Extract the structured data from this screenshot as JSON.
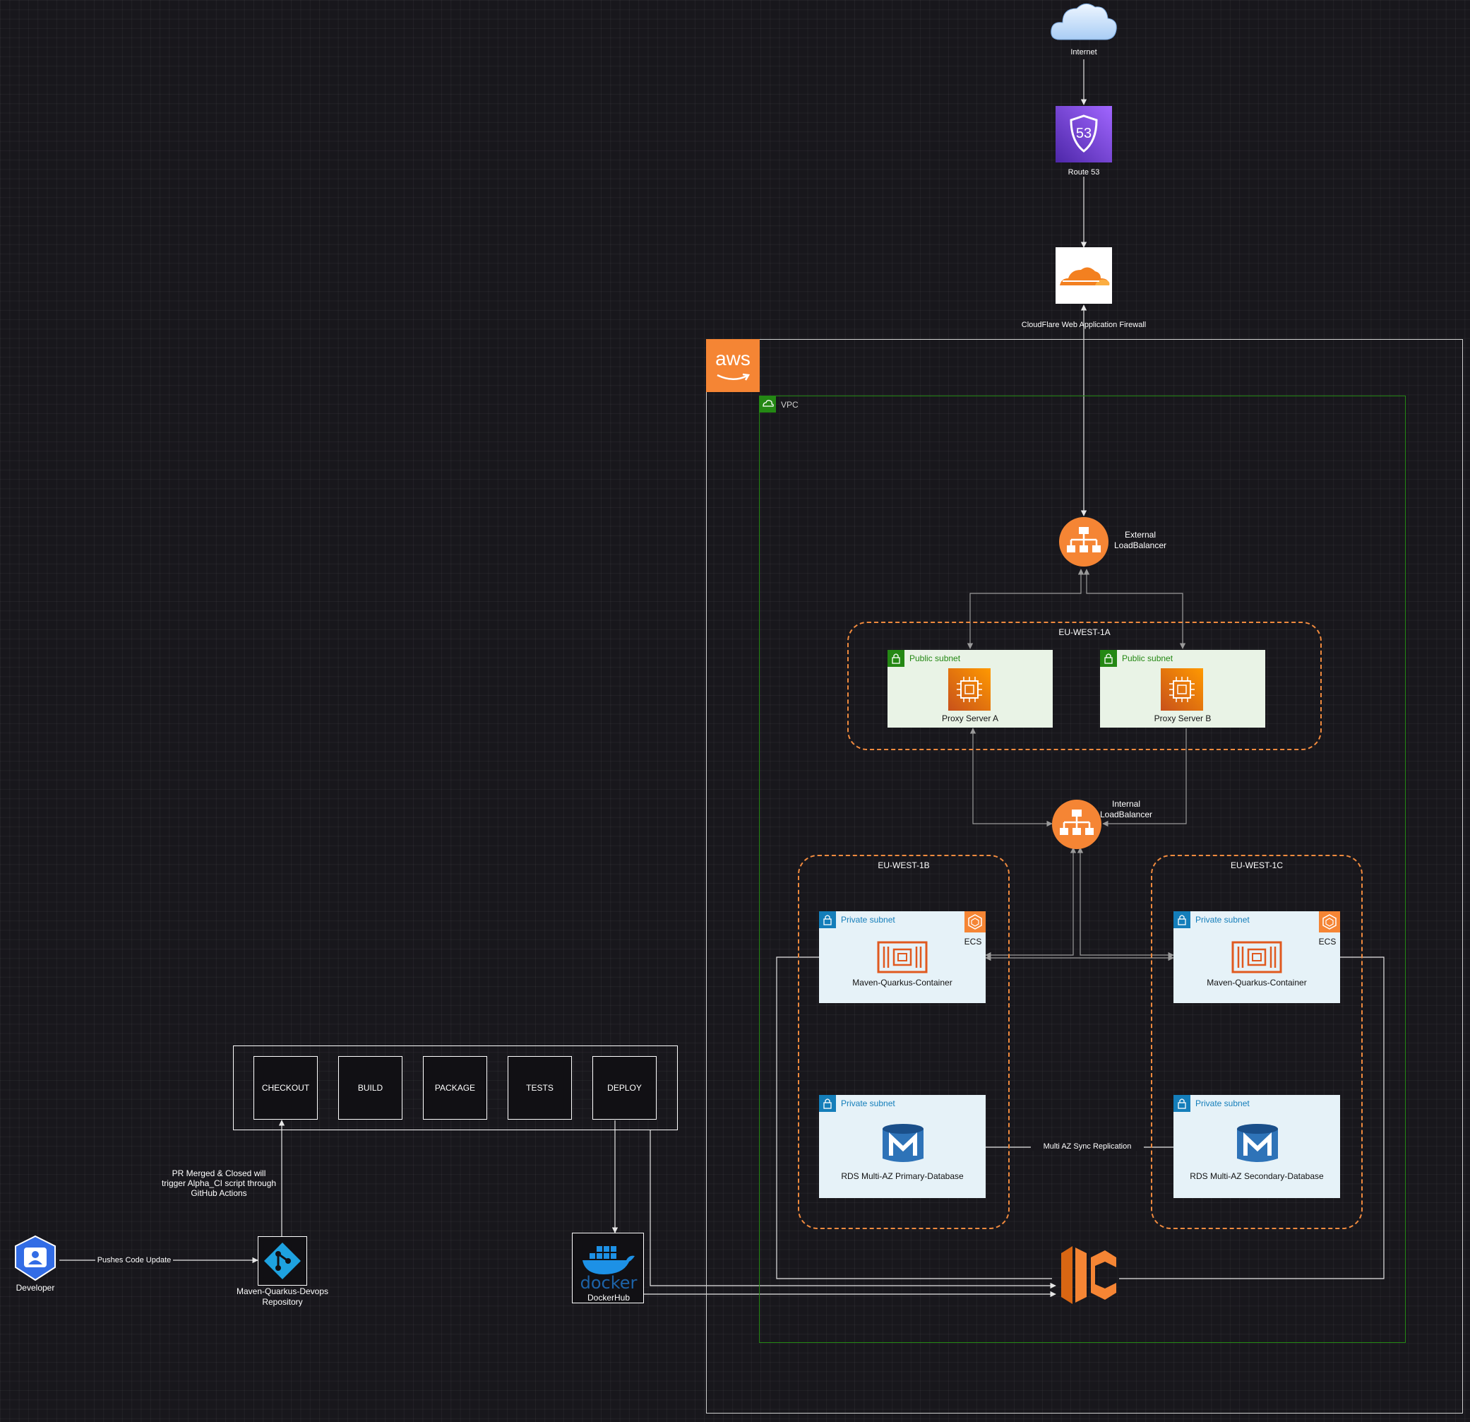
{
  "nodes": {
    "internet": "Internet",
    "route53": "Route 53",
    "route53_badge": "53",
    "cloudflare": "CloudFlare Web Application Firewall",
    "aws_logo": "aws",
    "vpc": "VPC",
    "external_lb": [
      "External",
      "LoadBalancer"
    ],
    "internal_lb": [
      "Internal",
      "LoadBalancer"
    ],
    "developer": "Developer",
    "repository": [
      "Maven-Quarkus-Devops",
      "Repository"
    ],
    "dockerhub": "DockerHub",
    "docker_wordmark": "docker"
  },
  "zones": {
    "eu_west_1a": "EU-WEST-1A",
    "eu_west_1b": "EU-WEST-1B",
    "eu_west_1c": "EU-WEST-1C"
  },
  "subnets": {
    "public_a": {
      "title": "Public subnet",
      "label": "Proxy Server A"
    },
    "public_b": {
      "title": "Public subnet",
      "label": "Proxy Server B"
    },
    "private_1b_app": {
      "title": "Private subnet",
      "label": "Maven-Quarkus-Container",
      "service": "ECS"
    },
    "private_1c_app": {
      "title": "Private subnet",
      "label": "Maven-Quarkus-Container",
      "service": "ECS"
    },
    "private_1b_db": {
      "title": "Private subnet",
      "label": "RDS Multi-AZ Primary-Database"
    },
    "private_1c_db": {
      "title": "Private subnet",
      "label": "RDS Multi-AZ Secondary-Database"
    }
  },
  "edges": {
    "pushes": "Pushes Code Update",
    "pr_merged": [
      "PR Merged & Closed will",
      "trigger Alpha_CI script through",
      "GitHub Actions"
    ],
    "replication": "Multi AZ Sync Replication"
  },
  "pipeline": {
    "stages": [
      "CHECKOUT",
      "BUILD",
      "PACKAGE",
      "TESTS",
      "DEPLOY"
    ]
  },
  "colors": {
    "background": "#18171c",
    "aws_orange": "#f58534",
    "route53_purple": "#8c4fff",
    "vpc_green": "#248814",
    "private_blue": "#147eba",
    "az_dash": "#f08a3e"
  }
}
